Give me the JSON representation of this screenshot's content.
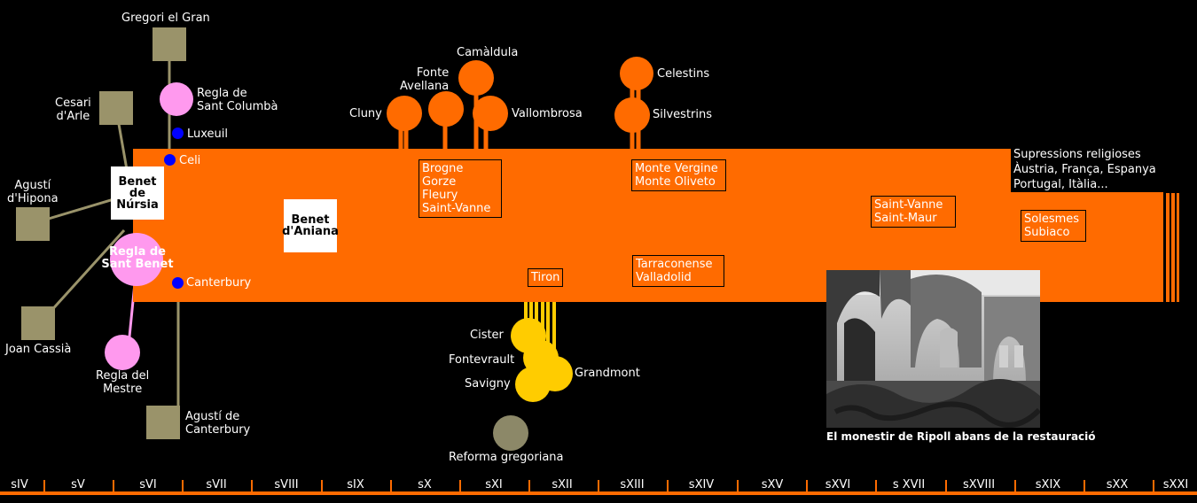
{
  "colors": {
    "band": "#ff6b00",
    "box_border": "#000000",
    "square": "#9a936a",
    "pink": "#ff99ee",
    "blue": "#0000ff",
    "orange_circle": "#ff6b00",
    "yellow": "#ffcc00",
    "grey_circle": "#8c8868"
  },
  "origins": {
    "gregori": "Gregori el Gran",
    "cesari": "Cesari\nd'Arle",
    "agusti_hipona": "Agustí\nd'Hipona",
    "joan_cassia": "Joan Cassià",
    "agusti_canterbury": "Agustí de\nCanterbury"
  },
  "rules": {
    "sant_columba": "Regla de\nSant Columbà",
    "sant_benet": "Regla de\nSant Benet",
    "mestre": "Regla del\nMestre"
  },
  "places": {
    "luxeuil": "Luxeuil",
    "celi": "Celi",
    "canterbury": "Canterbury"
  },
  "founders": {
    "benet_nursia": "Benet\nde\nNúrsia",
    "benet_aniana": "Benet\nd'Aniana"
  },
  "orders_top": {
    "cluny": "Cluny",
    "fonte_avellana": "Fonte\nAvellana",
    "camaldula": "Camàldula",
    "vallombrosa": "Vallombrosa",
    "celestins": "Celestins",
    "silvestrins": "Silvestrins"
  },
  "orders_bottom": {
    "cister": "Cister",
    "fontevrault": "Fontevrault",
    "savigny": "Savigny",
    "grandmont": "Grandmont",
    "reforma": "Reforma gregoriana"
  },
  "band_boxes": {
    "brogne": "Brogne\nGorze\nFleury\nSaint-Vanne",
    "tiron": "Tiron",
    "monte_vergine": "Monte Vergine\nMonte Oliveto",
    "tarraconense": "Tarraconense\nValladolid",
    "saint_vanne_maur": "Saint-Vanne\nSaint-Maur",
    "solesmes": "Solesmes\nSubiaco"
  },
  "supressions": "Supressions religioses\nÀustria, França, Espanya\nPortugal, Itàlia...",
  "photo_caption": "El monestir de Ripoll abans de la restauració",
  "centuries": [
    "sIV",
    "sV",
    "sVI",
    "sVII",
    "sVIII",
    "sIX",
    "sX",
    "sXI",
    "sXII",
    "sXIII",
    "sXIV",
    "sXV",
    "sXVI",
    "s XVII",
    "sXVIII",
    "sXIX",
    "sXX",
    "sXXI"
  ]
}
